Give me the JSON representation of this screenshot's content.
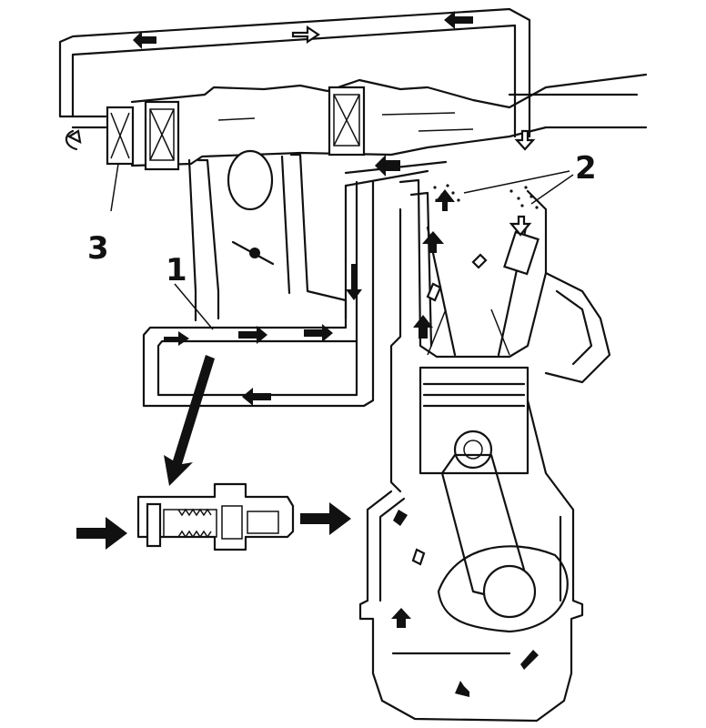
{
  "callouts": {
    "one": "1",
    "two": "2",
    "three": "3"
  },
  "ink_color": "#111111",
  "paper_color": "#ffffff"
}
